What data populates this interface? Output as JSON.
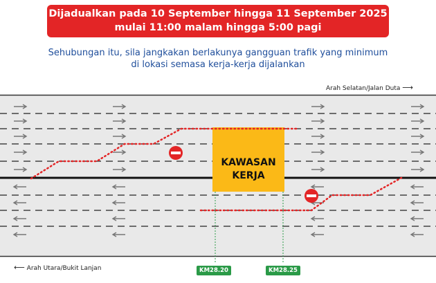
{
  "banner": {
    "line1": "Dijadualkan pada 10 September hingga 11 September 2025",
    "line2": "mulai 11:00 malam hingga 5:00 pagi"
  },
  "notice": {
    "line1": "Sehubungan itu, sila jangkakan berlakunya gangguan trafik yang minimum",
    "line2": "di lokasi semasa kerja-kerja dijalankan"
  },
  "directions": {
    "south": "Arah Selatan/Jalan Duta",
    "north": "Arah Utara/Bukit Lanjan"
  },
  "work_zone": {
    "line1": "KAWASAN",
    "line2": "KERJA",
    "color": "#fbb917"
  },
  "markers": {
    "start": "KM28.20",
    "end": "KM28.25"
  },
  "colors": {
    "banner": "#e32526",
    "notice_text": "#1f4e9b",
    "road": "#e9e9e9",
    "detour": "#e32526",
    "marker": "#2a9a47"
  }
}
